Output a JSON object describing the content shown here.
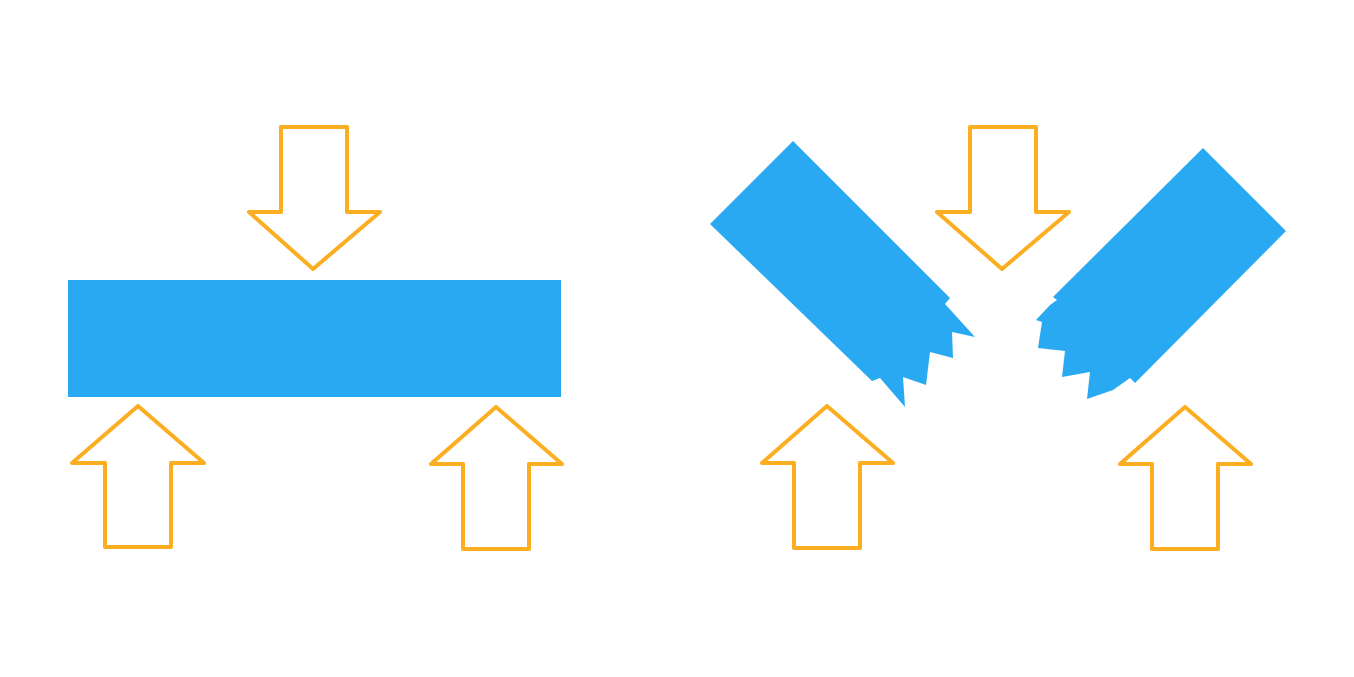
{
  "diagram": {
    "beam_color": "#28A9F2",
    "arrow_color": "#FCAE22",
    "panels": [
      {
        "id": "intact",
        "beam_state": "intact",
        "forces": [
          "down-center",
          "up-left",
          "up-right"
        ]
      },
      {
        "id": "broken",
        "beam_state": "broken",
        "forces": [
          "down-center",
          "up-left",
          "up-right"
        ]
      }
    ]
  }
}
